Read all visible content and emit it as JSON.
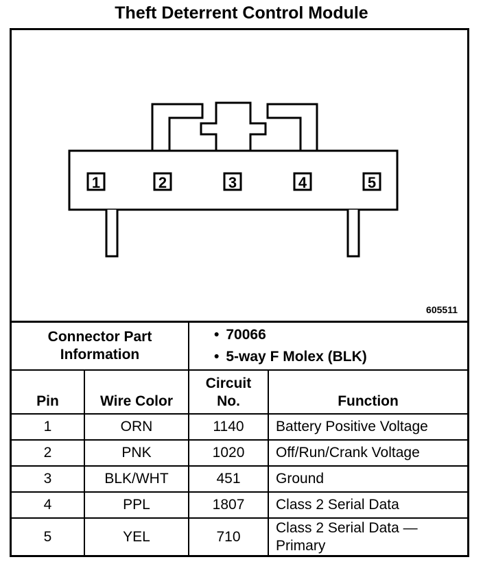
{
  "title": "Theft Deterrent Control Module",
  "figure_id": "605511",
  "connector": {
    "pins": [
      "1",
      "2",
      "3",
      "4",
      "5"
    ]
  },
  "part_info": {
    "label": "Connector Part Information",
    "items": [
      "70066",
      "5-way F Molex (BLK)"
    ]
  },
  "table": {
    "headers": {
      "pin": "Pin",
      "wire_color": "Wire Color",
      "circuit_no": "Circuit No.",
      "function": "Function"
    },
    "rows": [
      {
        "pin": "1",
        "wire_color": "ORN",
        "circuit_no": "1140",
        "function": "Battery Positive Voltage"
      },
      {
        "pin": "2",
        "wire_color": "PNK",
        "circuit_no": "1020",
        "function": "Off/Run/Crank Voltage"
      },
      {
        "pin": "3",
        "wire_color": "BLK/WHT",
        "circuit_no": "451",
        "function": "Ground"
      },
      {
        "pin": "4",
        "wire_color": "PPL",
        "circuit_no": "1807",
        "function": "Class 2 Serial Data"
      },
      {
        "pin": "5",
        "wire_color": "YEL",
        "circuit_no": "710",
        "function": "Class 2 Serial Data — Primary"
      }
    ]
  }
}
